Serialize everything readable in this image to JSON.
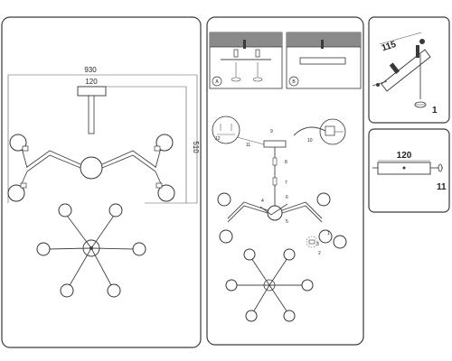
{
  "dimensions": {
    "width": "930",
    "canopy_width": "120",
    "height": "510"
  },
  "mounting_options": {
    "option_a": "A",
    "option_b": "B"
  },
  "assembly_steps": {
    "s1": "1",
    "s2": "2",
    "s3": "3",
    "s4": "4",
    "s5": "5",
    "s6": "6",
    "s7": "7",
    "s8": "8",
    "s9": "9",
    "s10": "10",
    "s11": "11",
    "s12": "12"
  },
  "bracket_detail": {
    "length": "115",
    "step": "1"
  },
  "plate_detail": {
    "width": "120",
    "step": "11"
  }
}
